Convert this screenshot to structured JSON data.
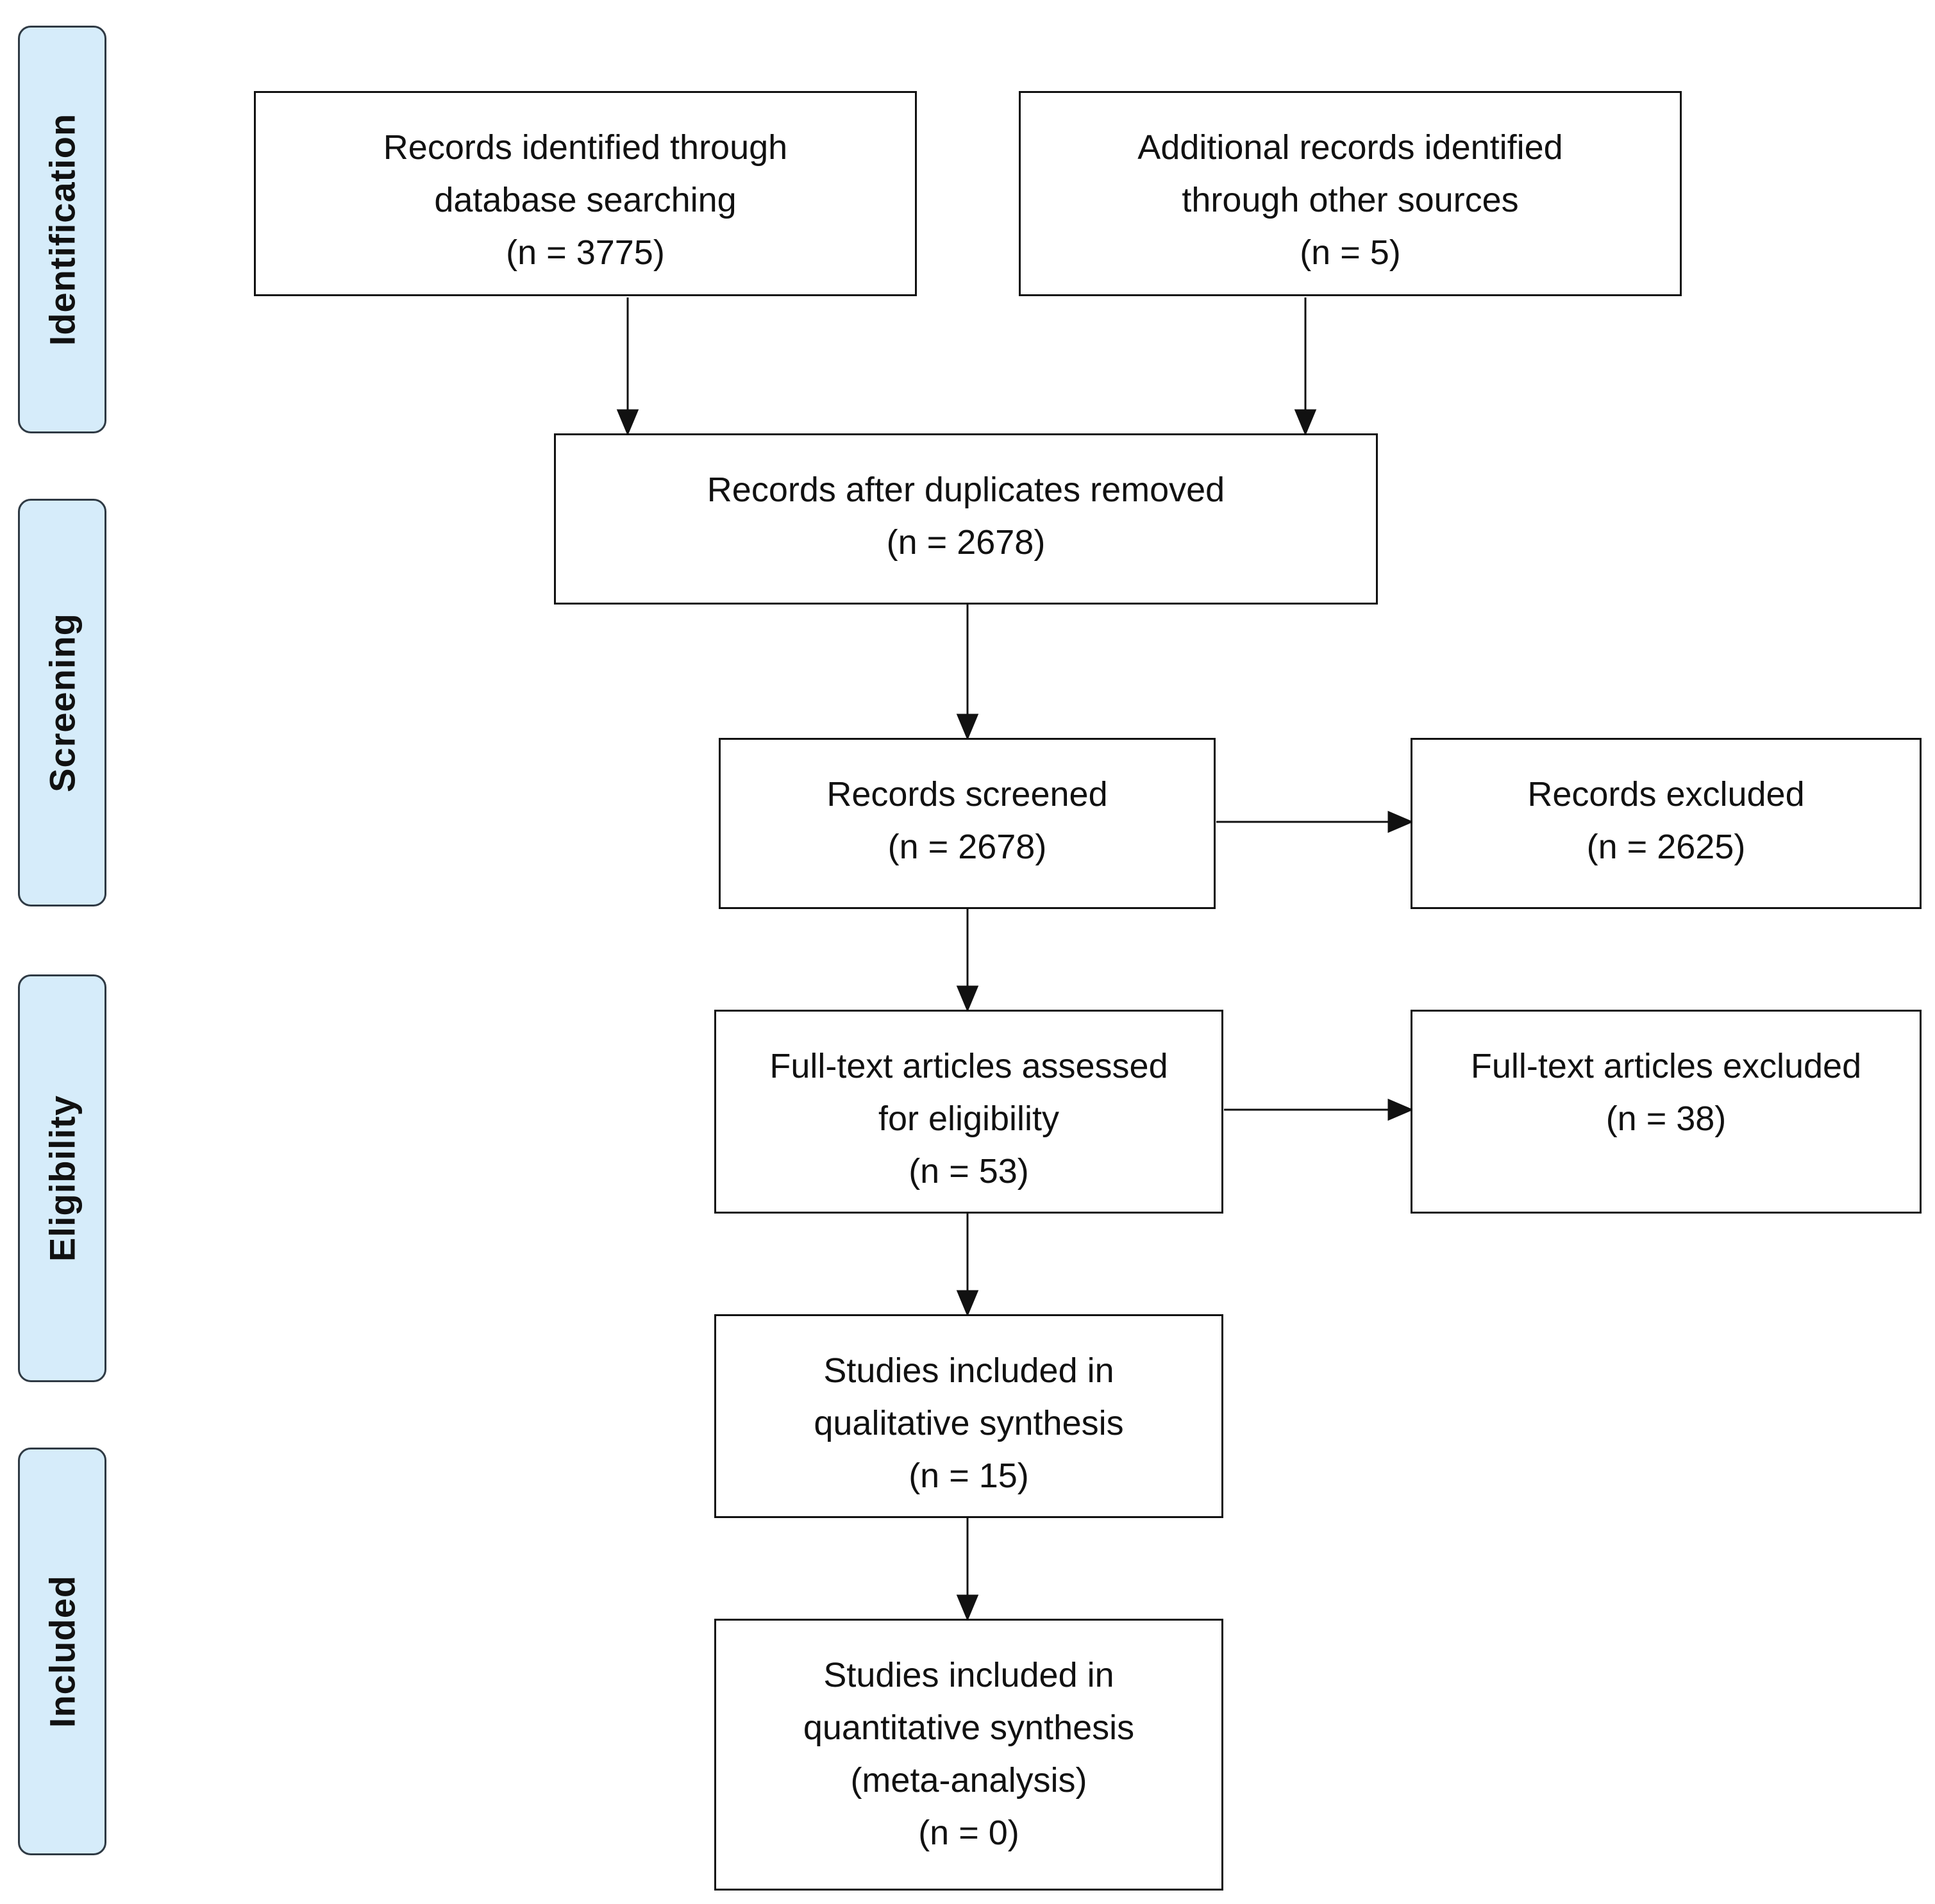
{
  "phases": {
    "identification": "Identification",
    "screening": "Screening",
    "eligibility": "Eligibility",
    "included": "Included"
  },
  "boxes": {
    "database_search": {
      "lines": [
        "Records identified through",
        "database searching"
      ],
      "count": "(n = 3775)"
    },
    "other_sources": {
      "lines": [
        "Additional records identified",
        "through other sources"
      ],
      "count": "(n = 5)"
    },
    "duplicates_removed": {
      "lines": [
        "Records after duplicates removed"
      ],
      "count": "(n = 2678)"
    },
    "screened": {
      "lines": [
        "Records screened"
      ],
      "count": "(n = 2678)"
    },
    "excluded": {
      "lines": [
        "Records excluded"
      ],
      "count": "(n = 2625)"
    },
    "fulltext_assessed": {
      "lines": [
        "Full-text articles assessed",
        "for eligibility"
      ],
      "count": "(n = 53)"
    },
    "fulltext_excluded": {
      "lines": [
        "Full-text articles excluded"
      ],
      "count": "(n = 38)"
    },
    "qualitative": {
      "lines": [
        "Studies included in",
        "qualitative synthesis"
      ],
      "count": "(n = 15)"
    },
    "quantitative": {
      "lines": [
        "Studies included in",
        "quantitative synthesis",
        "(meta-analysis)"
      ],
      "count": "(n = 0)"
    }
  },
  "colors": {
    "phase_fill": "#d6ecfa",
    "phase_border": "#2f3a44",
    "box_border": "#111111",
    "arrow": "#111111"
  }
}
